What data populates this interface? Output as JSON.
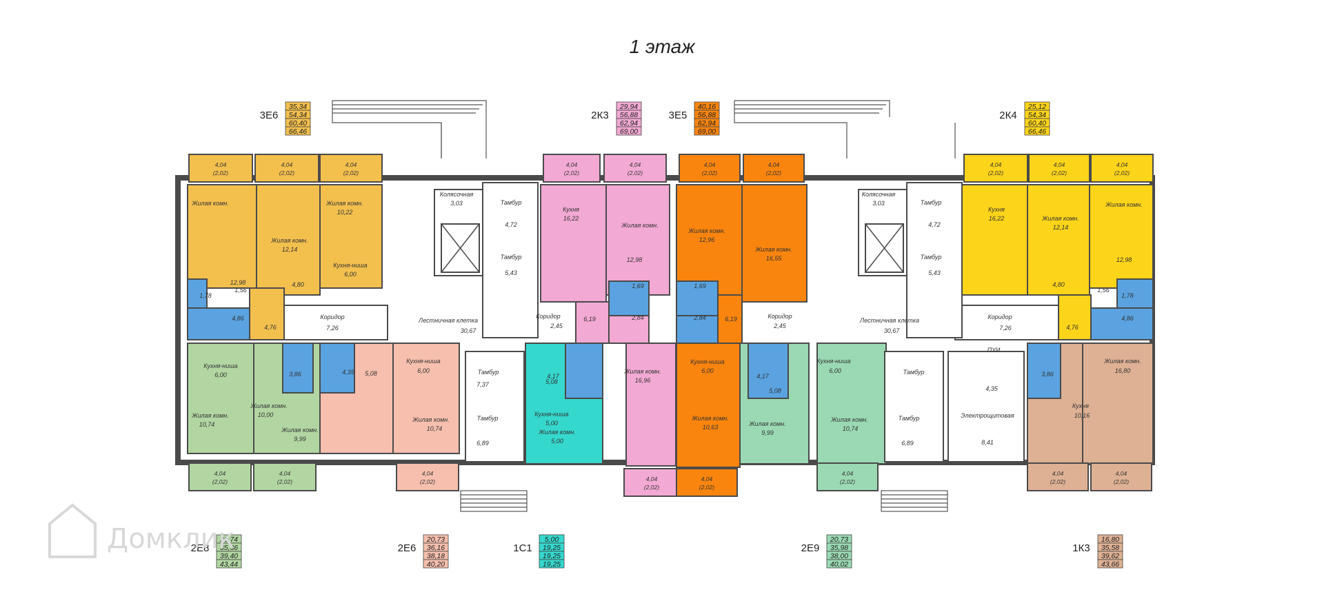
{
  "title": "1 этаж",
  "colors": {
    "yellow_dark": "#f3c04e",
    "yellow_bright": "#fcd41a",
    "pink": "#f2a9d3",
    "orange": "#f9850f",
    "green": "#b2d6a2",
    "mint": "#9ad9b3",
    "salmon": "#f6bfae",
    "cyan": "#35d8cd",
    "tan": "#deb194",
    "bath": "#5aa3e0",
    "wall": "#4a4a4a",
    "common": "#ffffff"
  },
  "apartments": [
    {
      "code": "3Е6",
      "color": "#f3c04e",
      "values": [
        "35,34",
        "54,34",
        "60,40",
        "66,46"
      ]
    },
    {
      "code": "2К3",
      "color": "#f2a9d3",
      "values": [
        "29,94",
        "56,88",
        "62,94",
        "69,00"
      ]
    },
    {
      "code": "3Е5",
      "color": "#f9850f",
      "values": [
        "40,16",
        "56,88",
        "62,94",
        "69,00"
      ]
    },
    {
      "code": "2К4",
      "color": "#fcd41a",
      "values": [
        "25,12",
        "54,34",
        "60,40",
        "66,46"
      ]
    },
    {
      "code": "2Е8",
      "color": "#b2d6a2",
      "values": [
        "20,74",
        "35,36",
        "39,40",
        "43,44"
      ]
    },
    {
      "code": "2Е6",
      "color": "#f6bfae",
      "values": [
        "20,73",
        "36,16",
        "38,18",
        "40,20"
      ]
    },
    {
      "code": "1С1",
      "color": "#35d8cd",
      "values": [
        "5,00",
        "19,25",
        "19,25",
        "19,25"
      ]
    },
    {
      "code": "2Е9",
      "color": "#9ad9b3",
      "values": [
        "20,73",
        "35,98",
        "38,00",
        "40,02"
      ]
    },
    {
      "code": "1К3",
      "color": "#deb194",
      "values": [
        "16,80",
        "35,58",
        "39,62",
        "43,66"
      ]
    }
  ],
  "rooms": {
    "balcony": "4,04",
    "balcony_half": "(2,02)",
    "living": "Жилая комн.",
    "kitchen": "Кухня",
    "kitchen_niche": "Кухня-ниша",
    "corridor": "Коридор",
    "stair": "Лестничная клетка",
    "vestibule": "Тамбур",
    "stroller": "Колясочная",
    "electrical": "Электрощитовая",
    "puf": "ПУИ"
  },
  "areas": {
    "a_12_98": "12,98",
    "a_12_14": "12,14",
    "a_10_22": "10,22",
    "a_6_00": "6,00",
    "a_4_80": "4,80",
    "a_1_56": "1,56",
    "a_1_78": "1,78",
    "a_4_86": "4,86",
    "a_4_76": "4,76",
    "a_7_26": "7,26",
    "a_3_03": "3,03",
    "a_4_72": "4,72",
    "a_5_43": "5,43",
    "a_30_67": "30,67",
    "a_16_22": "16,22",
    "a_2_45": "2,45",
    "a_6_19": "6,19",
    "a_2_84": "2,84",
    "a_1_69": "1,69",
    "a_12_96": "12,96",
    "a_16_55": "16,55",
    "a_3_86": "3,86",
    "a_4_35": "4,35",
    "a_5_08": "5,08",
    "a_10_74": "10,74",
    "a_10_00": "10,00",
    "a_9_99": "9,99",
    "a_7_37": "7,37",
    "a_6_89": "6,89",
    "a_4_17": "4,17",
    "a_5_00": "5,00",
    "a_16_96": "16,96",
    "a_10_63": "10,63",
    "a_16_80": "16,80",
    "a_10_16": "10,16",
    "a_8_41": "8,41"
  },
  "watermark": "Домклик"
}
